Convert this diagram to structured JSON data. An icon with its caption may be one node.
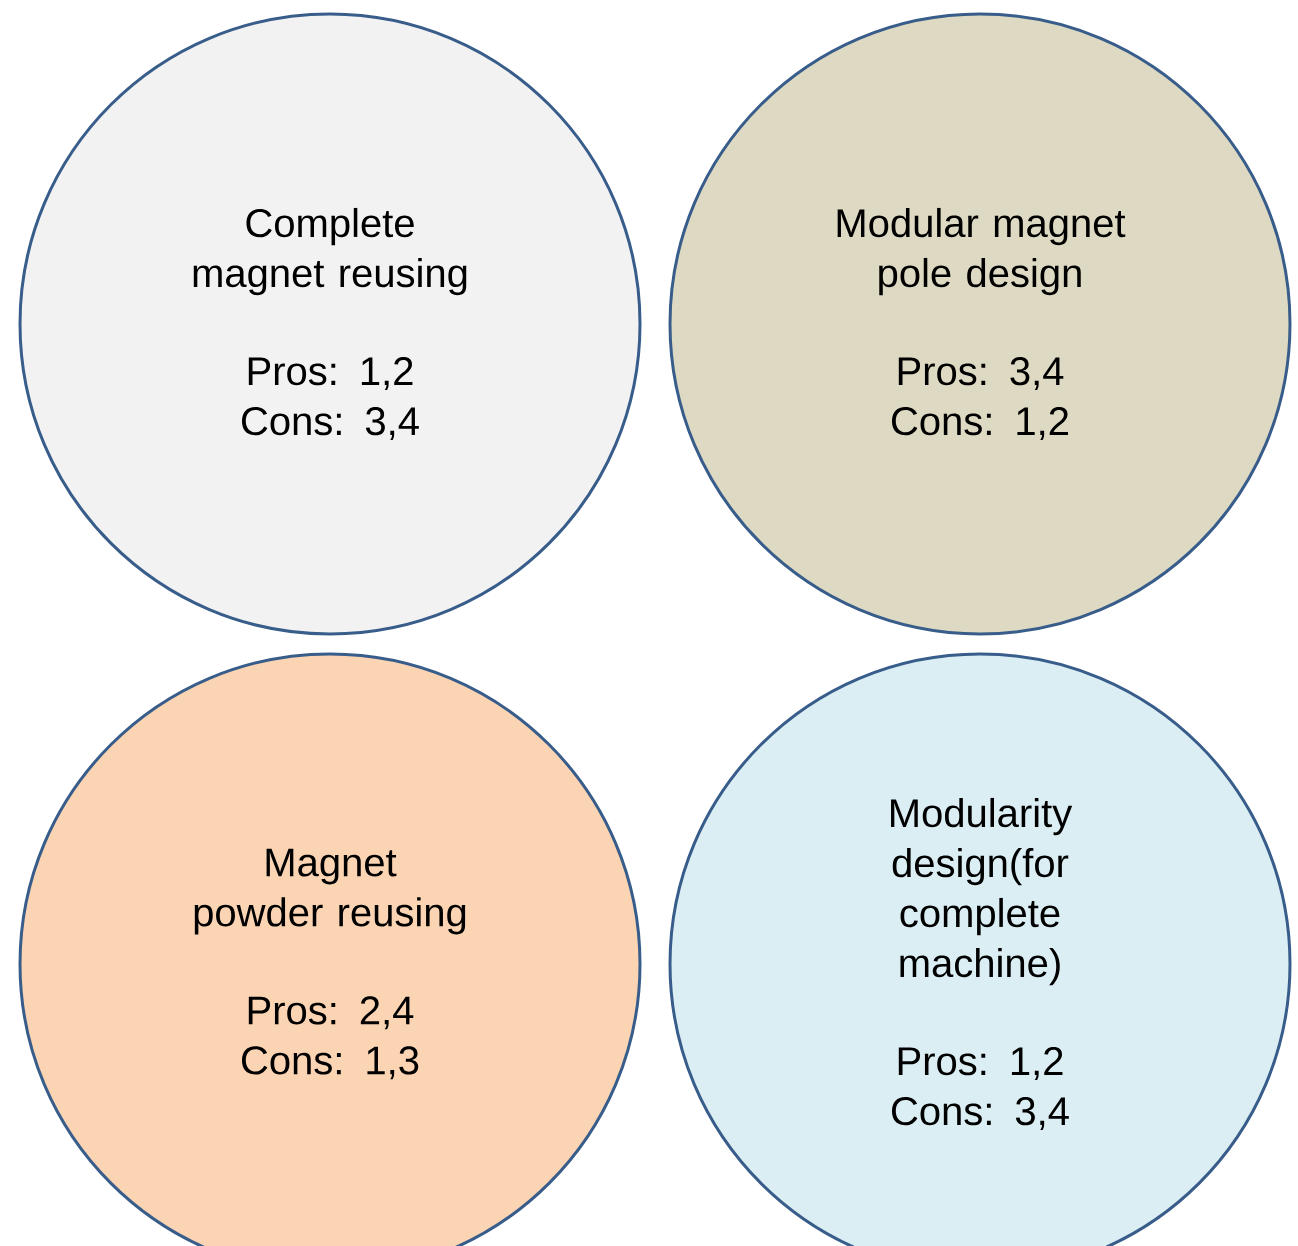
{
  "diagram": {
    "nodes": [
      {
        "text": [
          "Complete magnet reusing",
          "Pros: 1,2",
          "Cons: 3,4"
        ]
      },
      {
        "text": [
          "Modular magnet pole design",
          "Pros: 3,4",
          "Cons: 1,2"
        ]
      },
      {
        "text": [
          "Magnet powder reusing",
          "Pros: 2,4",
          "Cons: 1,3"
        ]
      },
      {
        "text": [
          "Modularity design(for complete machine)",
          "Pros: 1,2",
          "Cons: 3,4"
        ]
      }
    ]
  }
}
